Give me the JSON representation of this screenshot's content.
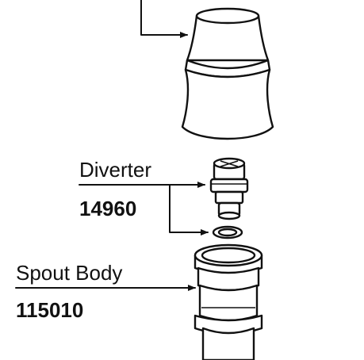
{
  "labels": {
    "diverter": {
      "name": "Diverter",
      "part_number": "14960"
    },
    "spout_body": {
      "name": "Spout Body",
      "part_number": "115010"
    }
  },
  "colors": {
    "line": "#111111",
    "background": "#ffffff"
  }
}
